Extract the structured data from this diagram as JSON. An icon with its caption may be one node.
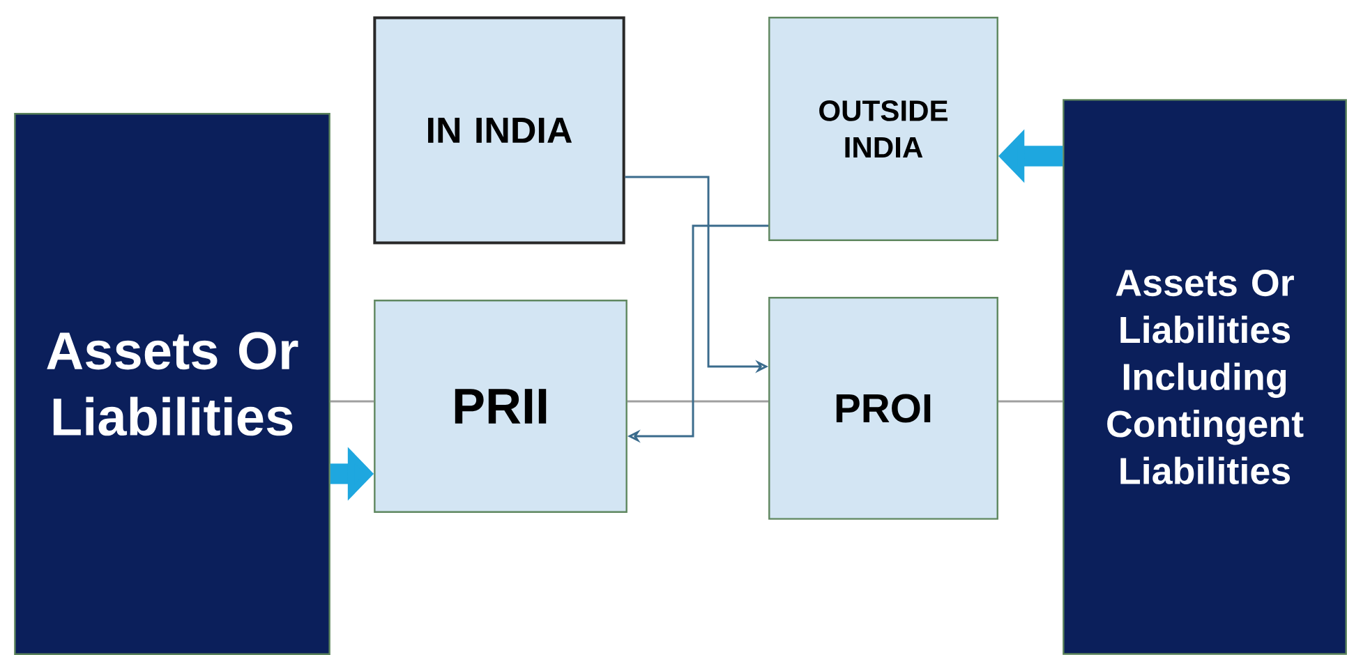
{
  "diagram": {
    "nodes": [
      {
        "text": [
          "Assets Or Liabilities"
        ]
      },
      {
        "text": [
          "IN INDIA"
        ]
      },
      {
        "text": [
          "OUTSIDE INDIA"
        ]
      },
      {
        "text": [
          "Assets Or Liabilities Including Contingent Liabilities"
        ]
      },
      {
        "text": [
          "PRII"
        ]
      },
      {
        "text": [
          "PROI"
        ]
      }
    ],
    "edges": [
      {
        "from": 0,
        "to": 4,
        "arrow": "none"
      },
      {
        "from": 4,
        "to": 5,
        "arrow": "none"
      },
      {
        "from": 5,
        "to": 3,
        "arrow": "none"
      },
      {
        "from": 0,
        "to": 4,
        "arrow": "to",
        "style": "thick",
        "color": "#1ea7df"
      },
      {
        "from": 3,
        "to": 2,
        "arrow": "to",
        "style": "thick",
        "color": "#1ea7df"
      },
      {
        "from": 1,
        "to": 5,
        "arrow": "to",
        "color": "#3a6b8c"
      },
      {
        "from": 2,
        "to": 4,
        "arrow": "to",
        "color": "#3a6b8c"
      }
    ]
  }
}
